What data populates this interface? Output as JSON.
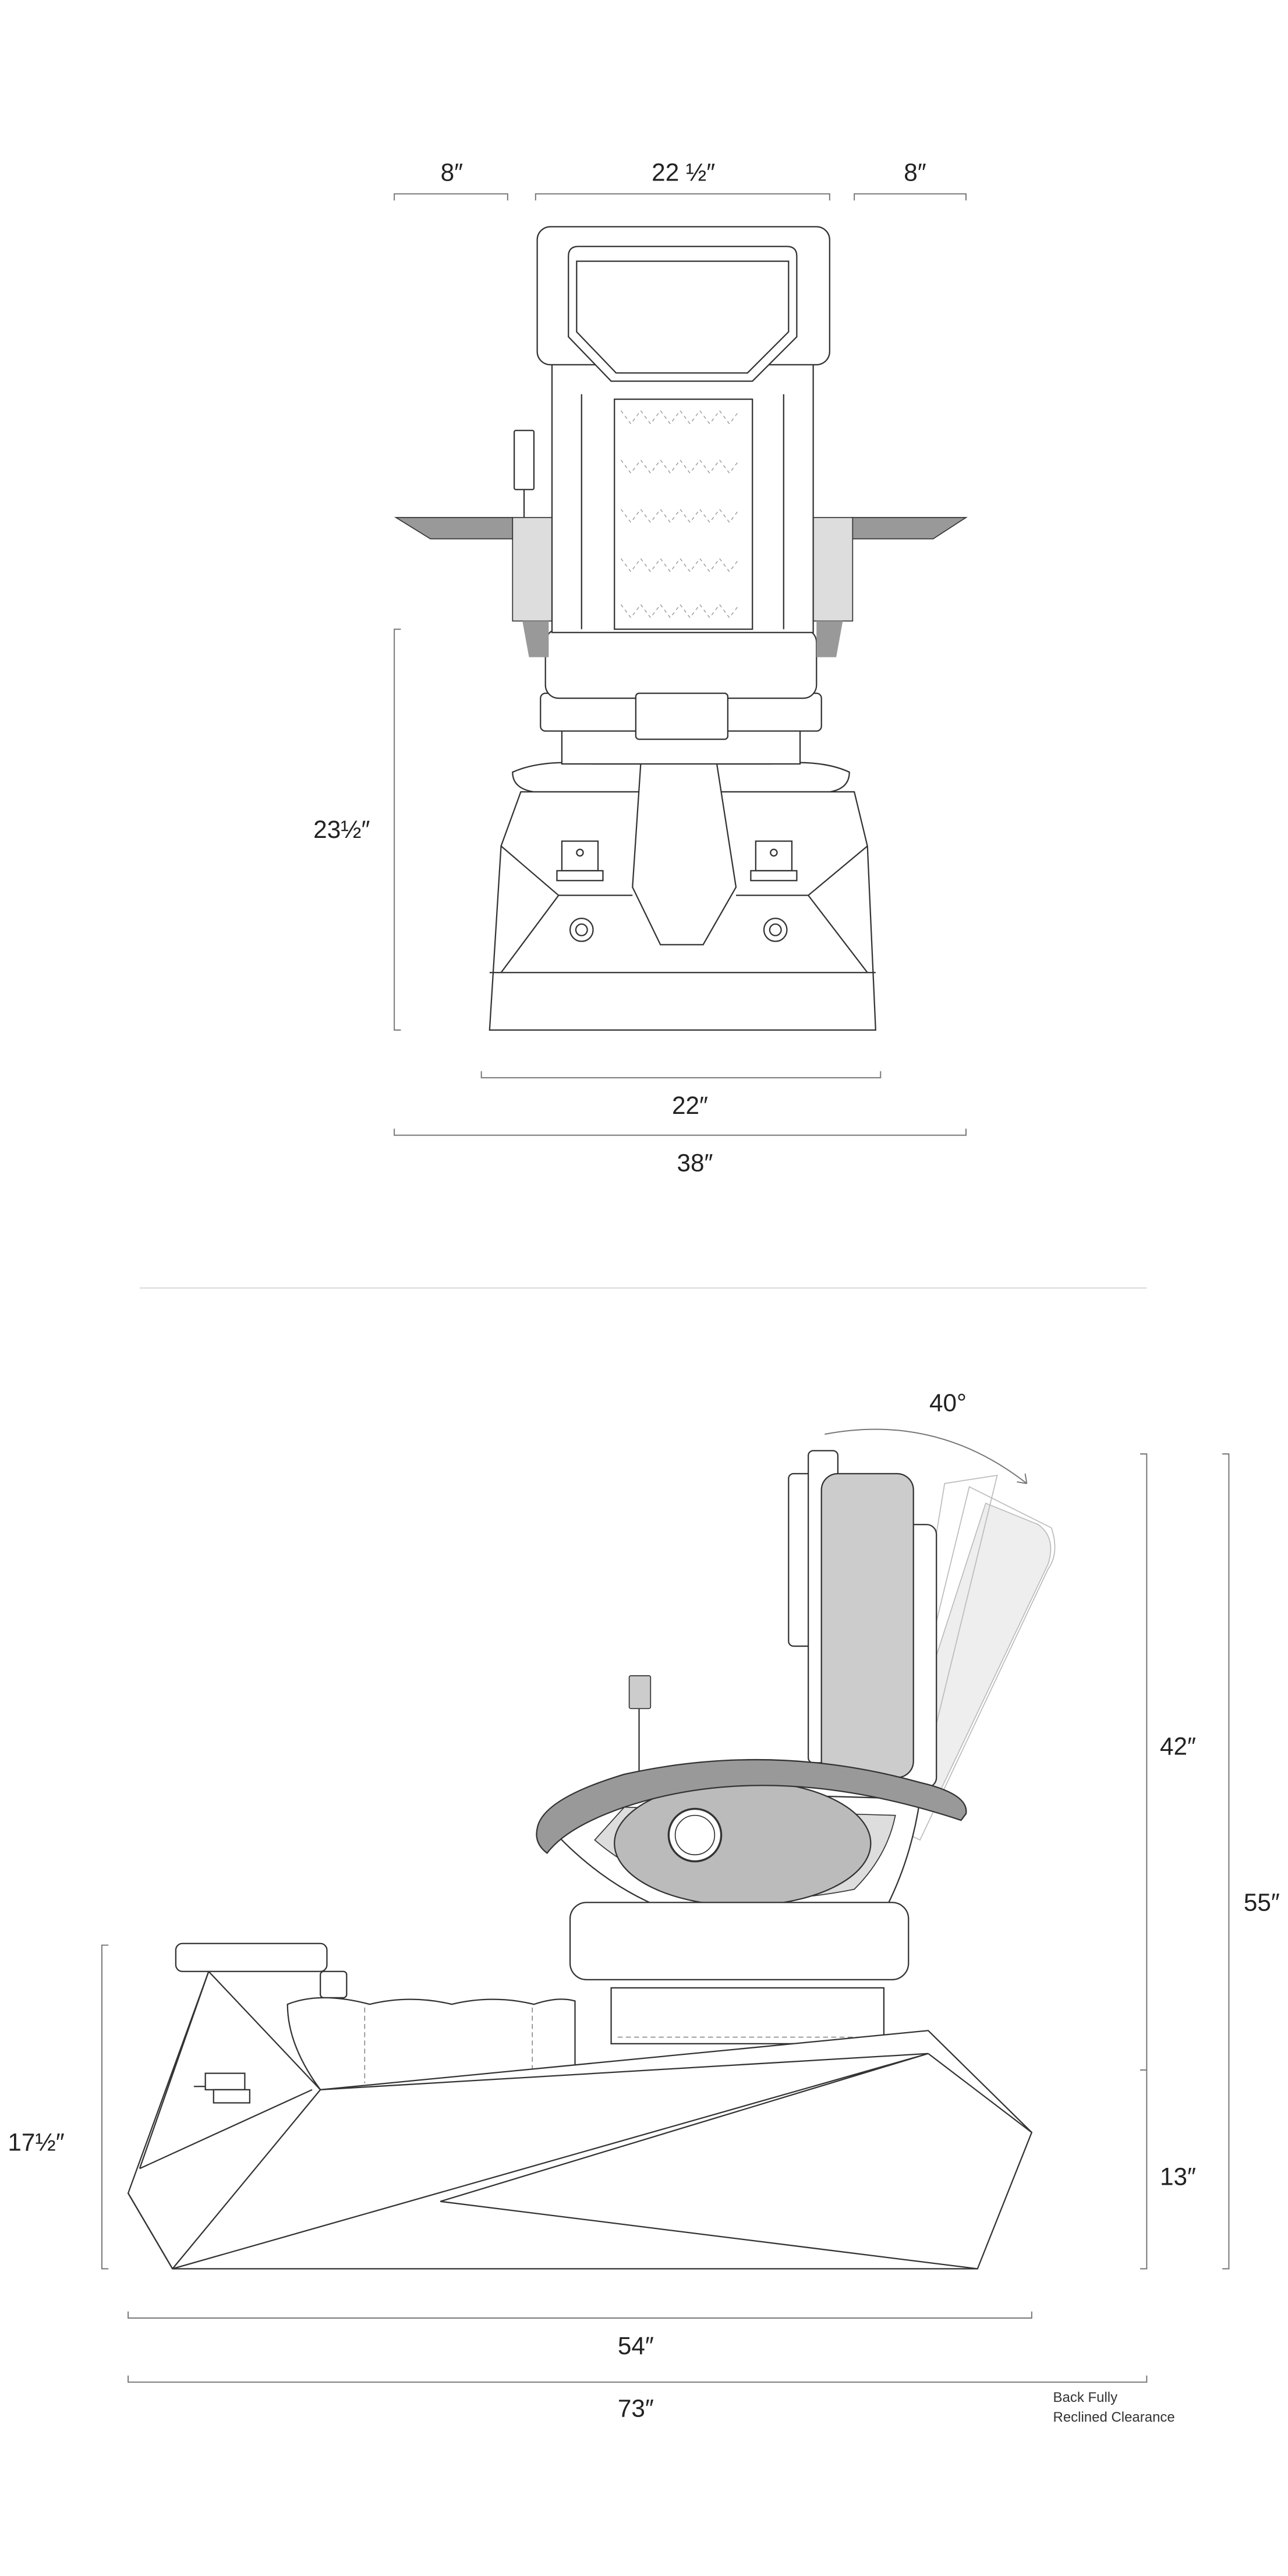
{
  "front_view": {
    "dims": {
      "left_arm_width": "8″",
      "back_width": "22 ½″",
      "right_arm_width": "8″",
      "base_height": "23½″",
      "base_width": "22″",
      "overall_width": "38″"
    }
  },
  "side_view": {
    "dims": {
      "recline_angle": "40°",
      "back_height": "42″",
      "base_side_height": "13″",
      "overall_height": "55″",
      "footrest_height": "17½″",
      "base_length": "54″",
      "overall_length": "73″"
    },
    "note_line1": "Back Fully",
    "note_line2": "Reclined Clearance"
  },
  "colors": {
    "line": "#333333",
    "dark_gray": "#999999",
    "mid_gray": "#bbbbbb",
    "light_gray": "#dddddd"
  }
}
